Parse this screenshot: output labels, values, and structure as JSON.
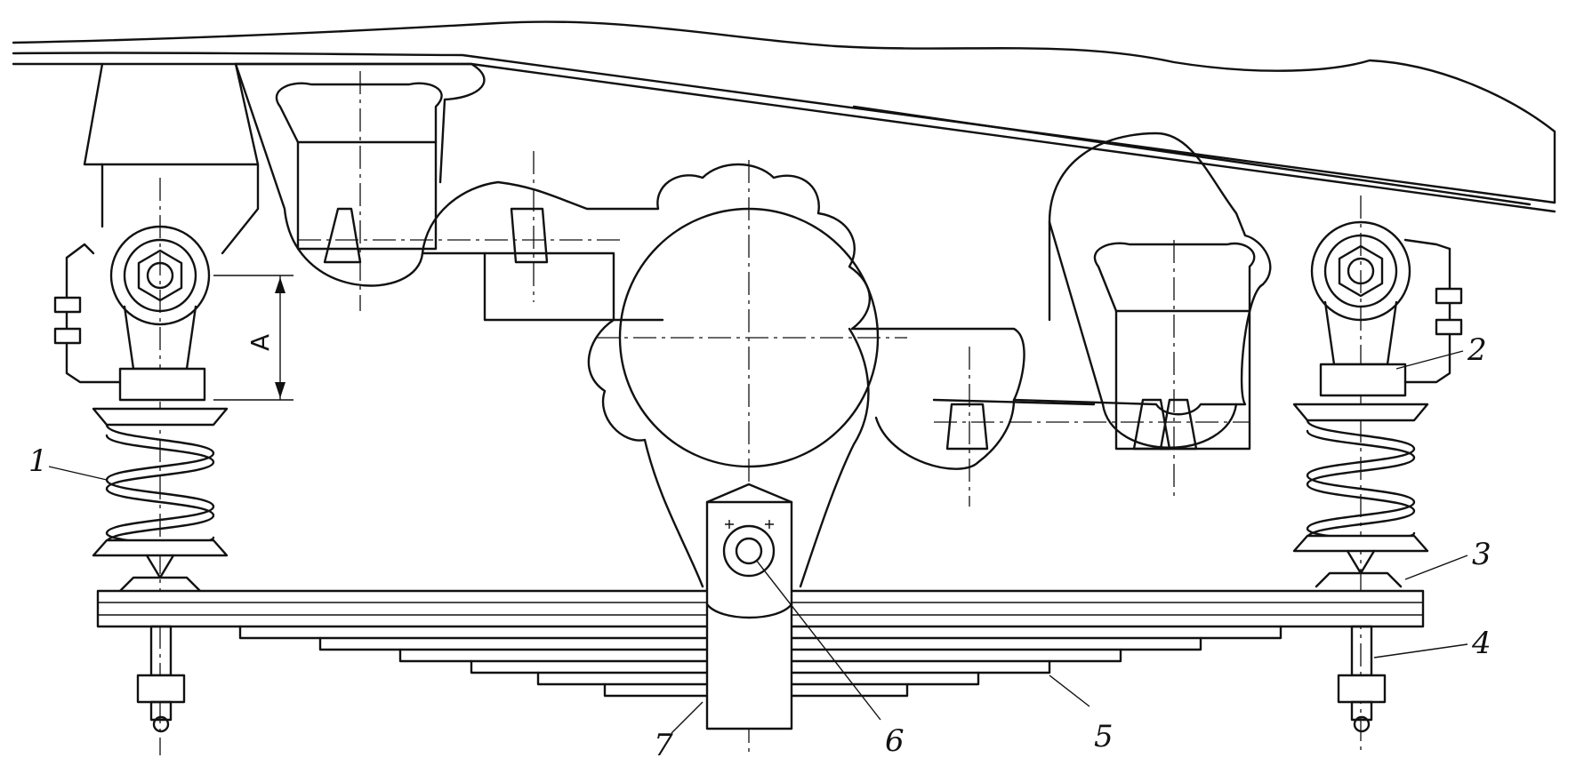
{
  "labels": {
    "spring_coil": "1",
    "upper_bracket": "2",
    "spring_seat": "3",
    "bolt": "4",
    "leaf_spring": "5",
    "pivot_pin": "6",
    "bracket": "7",
    "dimension": "A"
  }
}
